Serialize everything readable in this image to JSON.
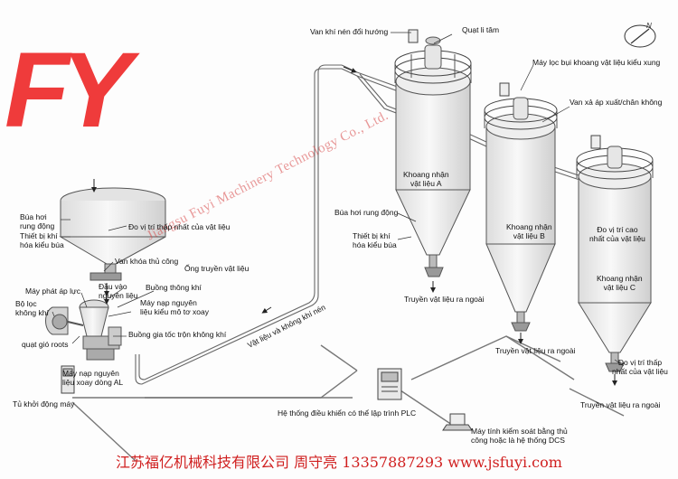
{
  "logo": {
    "text": "FY"
  },
  "watermark": "Jiangsu Fuyi Machinery Technology Co., Ltd.",
  "footer": "江苏福亿机械科技有限公司 周守亮 13357887293 www.jsfuyi.com",
  "compass_letter": "N",
  "labels": {
    "van_khi_nen": "Van khí nén đổi hướng",
    "quat_li_tam": "Quạt li tâm",
    "may_loc_bui": "Máy lọc bụi khoang vật liệu kiểu xung",
    "van_xa_ap": "Van xả áp xuất/chân không",
    "khoang_a": "Khoang nhận\nvật liệu A",
    "khoang_b": "Khoang nhận\nvật liệu B",
    "khoang_c": "Khoang nhận\nvật liệu C",
    "do_vi_tri_cao": "Đo vị trí cao\nnhất của vật liệu",
    "do_vi_tri_thap_c": "Đo vị trí thấp\nnhất của vật liệu",
    "bua_hoi_a": "Búa hơi rung động",
    "thiet_bi_khi_a": "Thiết bị khí\nhóa kiểu búa",
    "truyen_a": "Truyền vật liệu ra ngoài",
    "truyen_b": "Truyền vật liệu ra ngoài",
    "truyen_c": "Truyền vật liệu ra ngoài",
    "bua_hoi_left": "Búa hơi\nrung động",
    "thiet_bi_left": "Thiết bị khí\nhóa kiểu búa",
    "do_vi_tri_thap_left": "Đo vị trí thấp nhất của vật liệu",
    "van_khoa": "Van khóa thủ công",
    "ong_truyen": "Ống truyền vật liệu",
    "dau_vao": "Đầu vào\nnguyên liệu",
    "buong_thong_khi": "Buồng thông khí",
    "may_nap_mo_to": "Máy nạp nguyên\nliệu kiểu mô tơ xoay",
    "may_phat_ap": "Máy phát áp lực",
    "bo_loc": "Bộ lọc\nkhông khí",
    "quat_gio": "quạt gió roots",
    "buong_gia_toc": "Buồng gia tốc trộn không khí",
    "vat_lieu_khi": "Vật liệu và không khí nén",
    "may_nap_al": "Máy nạp nguyên\nliệu xoay dòng AL",
    "tu_khoi_dong": "Tủ khởi động máy",
    "he_thong_plc": "Hệ thống điều khiển có thể lập trình PLC",
    "may_tinh_dcs": "Máy tính kiểm soát bằng thủ\ncông hoặc là hệ thống DCS"
  },
  "colors": {
    "logo": "#ef3b3b",
    "footer": "#d01f1f",
    "pipe": "#555555",
    "silo_fill": "#f4f4f4"
  }
}
